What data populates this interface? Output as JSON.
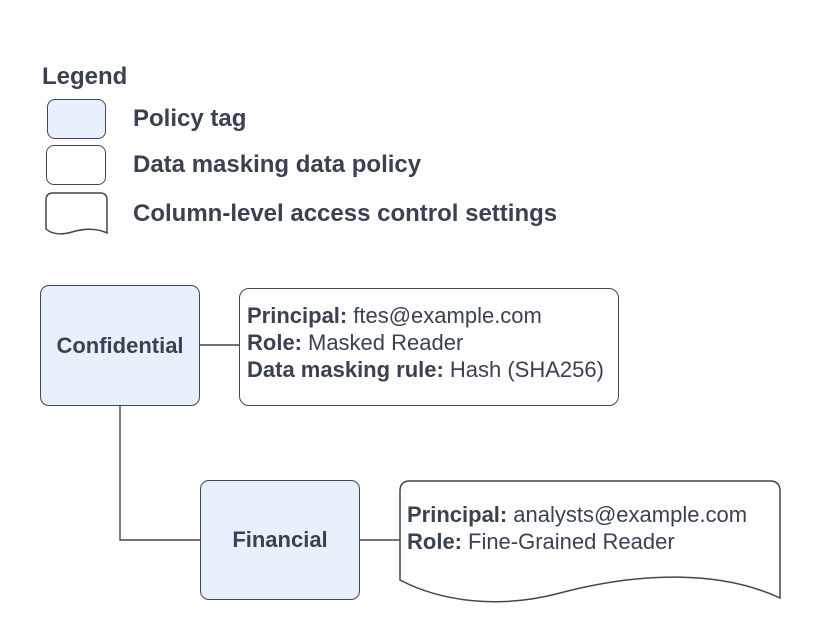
{
  "legend": {
    "title": "Legend",
    "items": [
      {
        "shape": "policy-tag",
        "label": "Policy tag"
      },
      {
        "shape": "data-masking-data-policy",
        "label": "Data masking data policy"
      },
      {
        "shape": "column-level-access-control-settings",
        "label": "Column-level access control settings"
      }
    ]
  },
  "diagram": {
    "nodes": {
      "confidential": {
        "type": "policy-tag",
        "label": "Confidential"
      },
      "financial": {
        "type": "policy-tag",
        "label": "Financial"
      },
      "masking_policy": {
        "type": "data-masking-data-policy",
        "fields": [
          {
            "label": "Principal:",
            "value": "ftes@example.com"
          },
          {
            "label": "Role:",
            "value": "Masked Reader"
          },
          {
            "label": "Data masking rule:",
            "value": "Hash (SHA256)"
          }
        ]
      },
      "column_access": {
        "type": "column-level-access-control-settings",
        "fields": [
          {
            "label": "Principal:",
            "value": "analysts@example.com"
          },
          {
            "label": "Role:",
            "value": "Fine-Grained Reader"
          }
        ]
      }
    }
  },
  "colors": {
    "policy_tag_fill": "#e8f0fe",
    "shape_stroke": "#3e4754",
    "text": "#3a4150",
    "background": "#ffffff"
  }
}
